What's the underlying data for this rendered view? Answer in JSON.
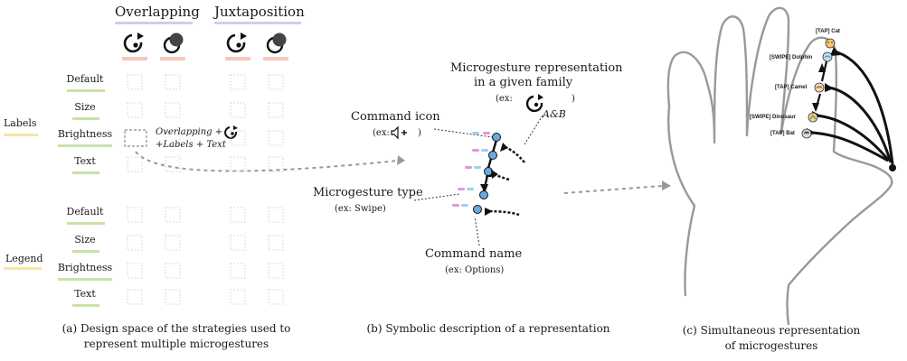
{
  "panel_a": {
    "columns": [
      "Overlapping",
      "Juxtaposition"
    ],
    "groups": [
      "Labels",
      "Legend"
    ],
    "rows": [
      "Default",
      "Size",
      "Brightness",
      "Text"
    ],
    "annotation_line1": "Overlapping +",
    "annotation_line2": "+Labels + Text",
    "caption_line1": "(a) Design space of the strategies used to",
    "caption_line2": "represent multiple microgestures",
    "colors": {
      "column_underline": "#d9c9ec",
      "icon_underline": "#f3c8bd",
      "row_underline": "#c9e2a8",
      "group_underline": "#f5e6a3"
    }
  },
  "panel_b": {
    "title_line1": "Microgesture representation",
    "title_line2": "in a given family",
    "title_example": "(ex:",
    "title_example_close": ")",
    "title_example_icon_label": "A&B",
    "command_icon": "Command icon",
    "command_icon_example": "(ex:",
    "command_icon_example_close": ")",
    "microgesture_type": "Microgesture type",
    "microgesture_type_example": "(ex: Swipe)",
    "command_name": "Command name",
    "command_name_example": "(ex: Options)",
    "caption": "(b) Symbolic description of a representation",
    "icons": [
      "speaker-icon"
    ]
  },
  "panel_c": {
    "commands": [
      {
        "type": "[TAP]",
        "name": "Cat"
      },
      {
        "type": "[SWIPE]",
        "name": "Dolphin"
      },
      {
        "type": "[TAP]",
        "name": "Camel"
      },
      {
        "type": "[SWIPE]",
        "name": "Dinosaur"
      },
      {
        "type": "[TAP]",
        "name": "Bat"
      }
    ],
    "caption_line1": "(c) Simultaneous representation",
    "caption_line2": "of microgestures"
  }
}
